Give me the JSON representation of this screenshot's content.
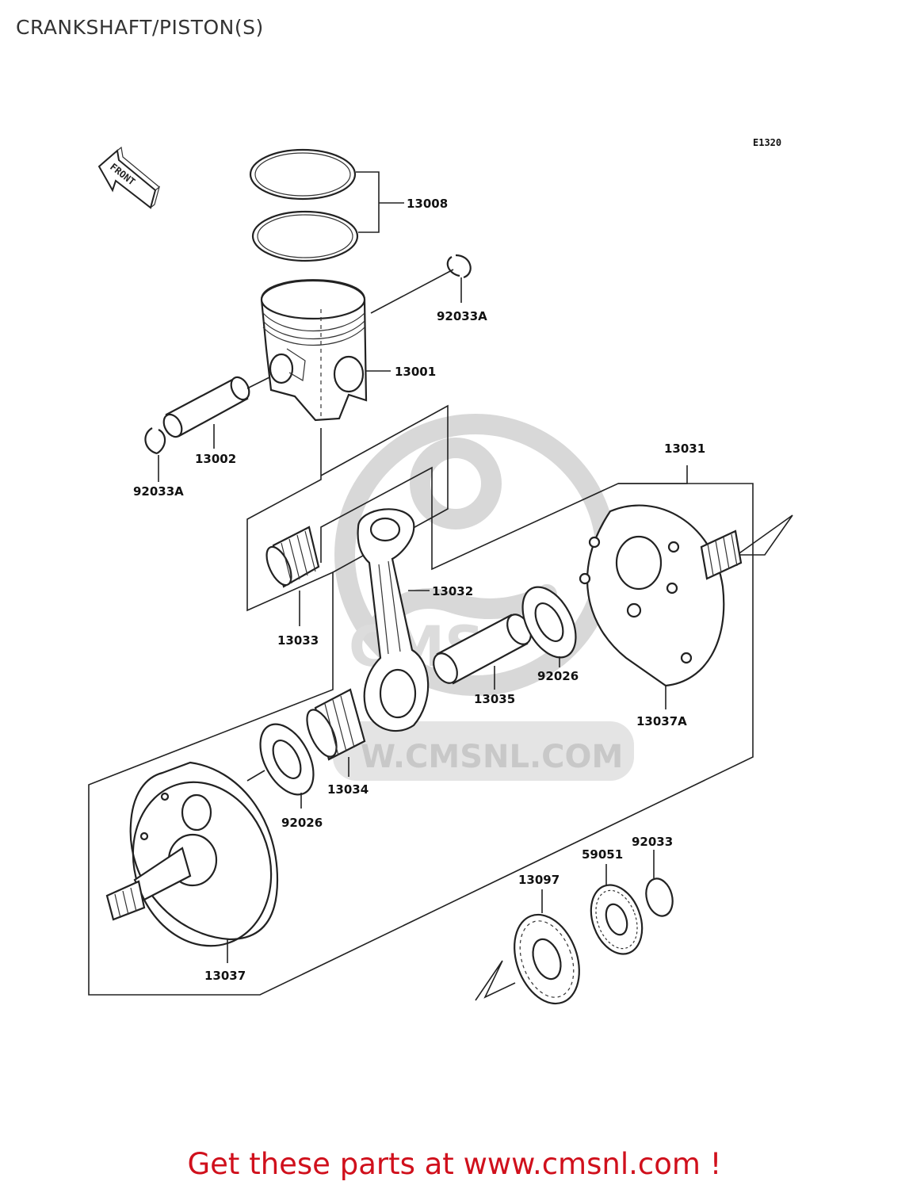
{
  "page": {
    "title": "CRANKSHAFT/PISTON(S)"
  },
  "diagram": {
    "code": "E1320",
    "front_label": "FRONT",
    "watermark": {
      "text": "W.CMSNL.COM",
      "logo_text": "CMS"
    },
    "part_labels": {
      "p13008": "13008",
      "p92033a_top": "92033A",
      "p13001": "13001",
      "p13002": "13002",
      "p92033a_left": "92033A",
      "p13031": "13031",
      "p13032": "13032",
      "p13033": "13033",
      "p92026_right": "92026",
      "p13035": "13035",
      "p13037a": "13037A",
      "p13034": "13034",
      "p92026_left": "92026",
      "p59051": "59051",
      "p92033": "92033",
      "p13097": "13097",
      "p13037": "13037"
    }
  },
  "footer": {
    "banner": "Get these parts at www.cmsnl.com !",
    "color": "#d0101c"
  }
}
